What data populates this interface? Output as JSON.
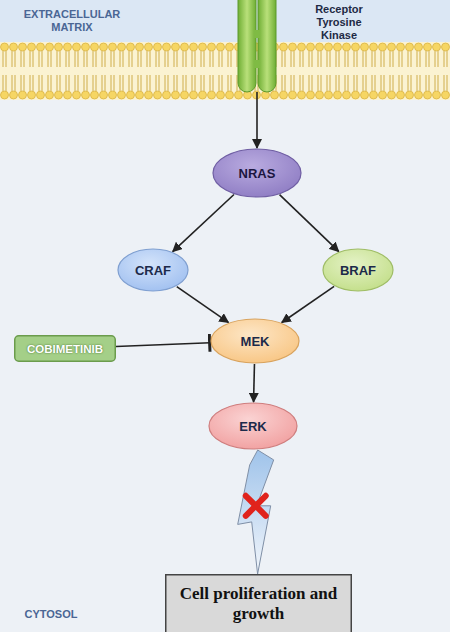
{
  "diagram": {
    "nodes": [
      {
        "text": [
          "Receptor Tyrosine Kinase"
        ]
      },
      {
        "text": [
          "NRAS"
        ]
      },
      {
        "text": [
          "CRAF"
        ]
      },
      {
        "text": [
          "BRAF"
        ]
      },
      {
        "text": [
          "COBIMETINIB"
        ]
      },
      {
        "text": [
          "MEK"
        ]
      },
      {
        "text": [
          "ERK"
        ]
      },
      {
        "text": [
          "Cell proliferation and growth"
        ]
      }
    ],
    "edges": [
      {
        "from": 0,
        "to": 1,
        "arrow": "to"
      },
      {
        "from": 1,
        "to": 2,
        "arrow": "to"
      },
      {
        "from": 1,
        "to": 3,
        "arrow": "to"
      },
      {
        "from": 2,
        "to": 5,
        "arrow": "to"
      },
      {
        "from": 3,
        "to": 5,
        "arrow": "to"
      },
      {
        "from": 4,
        "to": 5,
        "arrow": "to"
      },
      {
        "from": 5,
        "to": 6,
        "arrow": "to"
      },
      {
        "from": 6,
        "to": 7,
        "arrow": "to"
      }
    ],
    "labels": [
      "EXTRACELLULAR MATRIX",
      "CYTOSOL"
    ]
  }
}
